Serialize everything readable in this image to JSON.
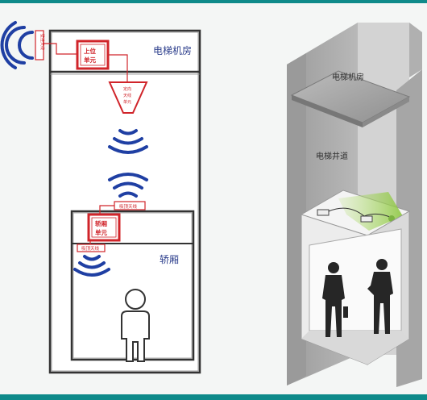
{
  "left_diagram": {
    "machine_room_label": "电梯机房",
    "car_label": "轿厢",
    "top_unit_text": [
      "上位",
      "单元"
    ],
    "car_unit_text": [
      "轿厢",
      "单元"
    ],
    "funnel_text": [
      "定向",
      "天线",
      "单元"
    ],
    "wall_antenna_text": "壁挂天线",
    "car_top_antenna_text": "吸顶天线",
    "car_inner_antenna_text": "吸顶天线"
  },
  "right_diagram": {
    "machine_room_label": "电梯机房",
    "shaft_label": "电梯井道"
  },
  "colors": {
    "frame_teal": "#0f8a8a",
    "signal_blue": "#1f3fa3",
    "unit_red": "#d0242a",
    "wall_gray": "#a9a9a9"
  }
}
